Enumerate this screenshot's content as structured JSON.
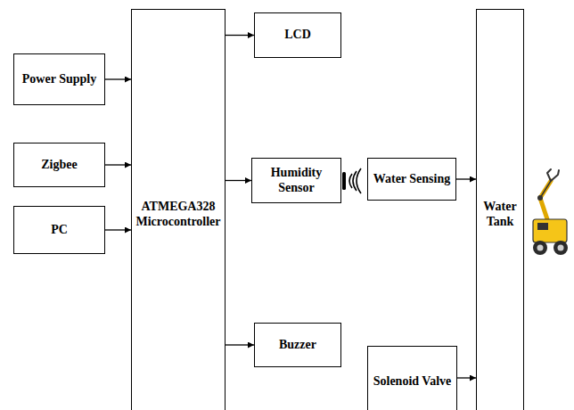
{
  "diagram": {
    "nodes": [
      {
        "text": [
          "Power Supply"
        ]
      },
      {
        "text": [
          "Zigbee"
        ]
      },
      {
        "text": [
          "PC"
        ]
      },
      {
        "text": [
          "ATMEGA328 Microcontroller"
        ]
      },
      {
        "text": [
          "LCD"
        ]
      },
      {
        "text": [
          "Humidity Sensor"
        ]
      },
      {
        "text": [
          "Buzzer"
        ]
      },
      {
        "text": [
          "Water Sensing"
        ]
      },
      {
        "text": [
          "Solenoid Valve"
        ]
      },
      {
        "text": [
          "Water Tank"
        ]
      }
    ],
    "edges": [
      {
        "from": 0,
        "to": 3,
        "arrow": "to"
      },
      {
        "from": 1,
        "to": 3,
        "arrow": "to"
      },
      {
        "from": 2,
        "to": 3,
        "arrow": "to"
      },
      {
        "from": 3,
        "to": 4,
        "arrow": "to"
      },
      {
        "from": 3,
        "to": 5,
        "arrow": "to"
      },
      {
        "from": 3,
        "to": 6,
        "arrow": "to"
      },
      {
        "from": 7,
        "to": 9,
        "arrow": "to"
      },
      {
        "from": 8,
        "to": 9,
        "arrow": "to"
      }
    ]
  }
}
